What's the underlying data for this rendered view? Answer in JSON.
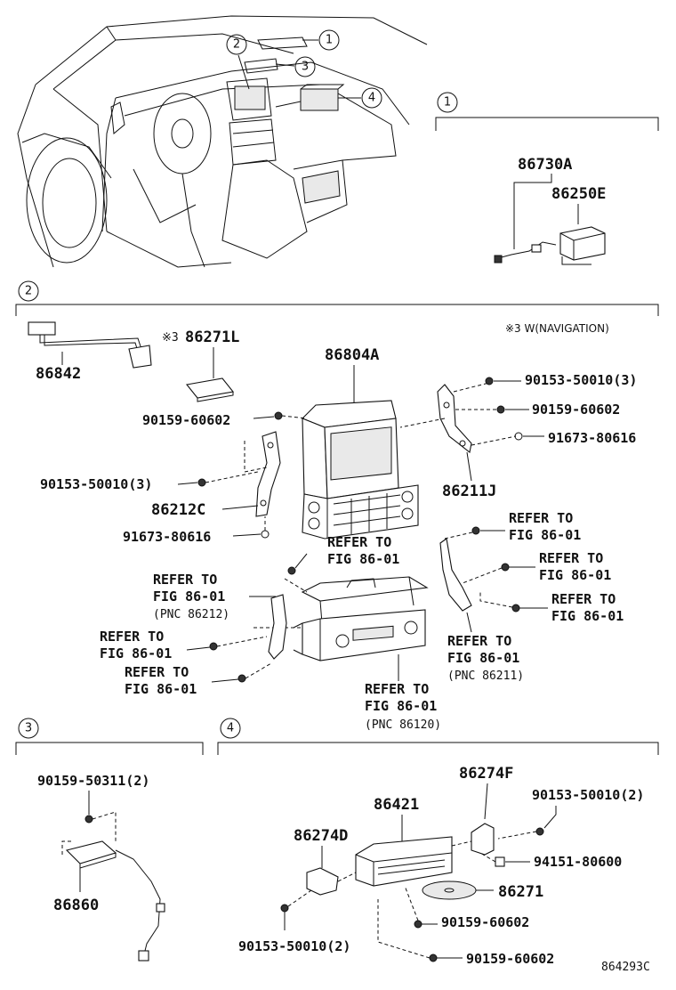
{
  "callouts": {
    "c1": "1",
    "c2": "2",
    "c3": "3",
    "c4": "4"
  },
  "section1": {
    "index": "1",
    "part_86730A": "86730A",
    "part_86250E": "86250E"
  },
  "section2": {
    "index": "2",
    "note": "※3 W(NAVIGATION)",
    "part_86842": "86842",
    "mark_3": "※3",
    "part_86271L": "86271L",
    "part_86804A": "86804A",
    "bolt_a": "90153-50010(3)",
    "bolt_b": "90159-60602",
    "bolt_c": "90159-60602",
    "screw_d": "91673-80616",
    "bolt_e": "90153-50010(3)",
    "part_86211J": "86211J",
    "part_86212C": "86212C",
    "screw_f": "91673-80616",
    "refer_1": [
      "REFER TO",
      "FIG 86-01"
    ],
    "refer_2": [
      "REFER TO",
      "FIG 86-01"
    ],
    "refer_3": [
      "REFER TO",
      "FIG 86-01"
    ],
    "refer_4": [
      "REFER TO",
      "FIG 86-01",
      "(PNC 86212)"
    ],
    "refer_5": [
      "REFER TO",
      "FIG 86-01"
    ],
    "refer_6": [
      "REFER TO",
      "FIG 86-01"
    ],
    "refer_7": [
      "REFER TO",
      "FIG 86-01"
    ],
    "refer_8": [
      "REFER TO",
      "FIG 86-01",
      "(PNC 86211)"
    ],
    "refer_9": [
      "REFER TO",
      "FIG 86-01",
      "(PNC 86120)"
    ]
  },
  "section3": {
    "index": "3",
    "bolt": "90159-50311(2)",
    "part_86860": "86860"
  },
  "section4": {
    "index": "4",
    "part_86274F": "86274F",
    "bolt_a": "90153-50010(2)",
    "part_86421": "86421",
    "part_86274D": "86274D",
    "nut": "94151-80600",
    "part_86271": "86271",
    "bolt_b": "90159-60602",
    "bolt_c": "90153-50010(2)",
    "bolt_d": "90159-60602"
  },
  "figure_id": "864293C"
}
